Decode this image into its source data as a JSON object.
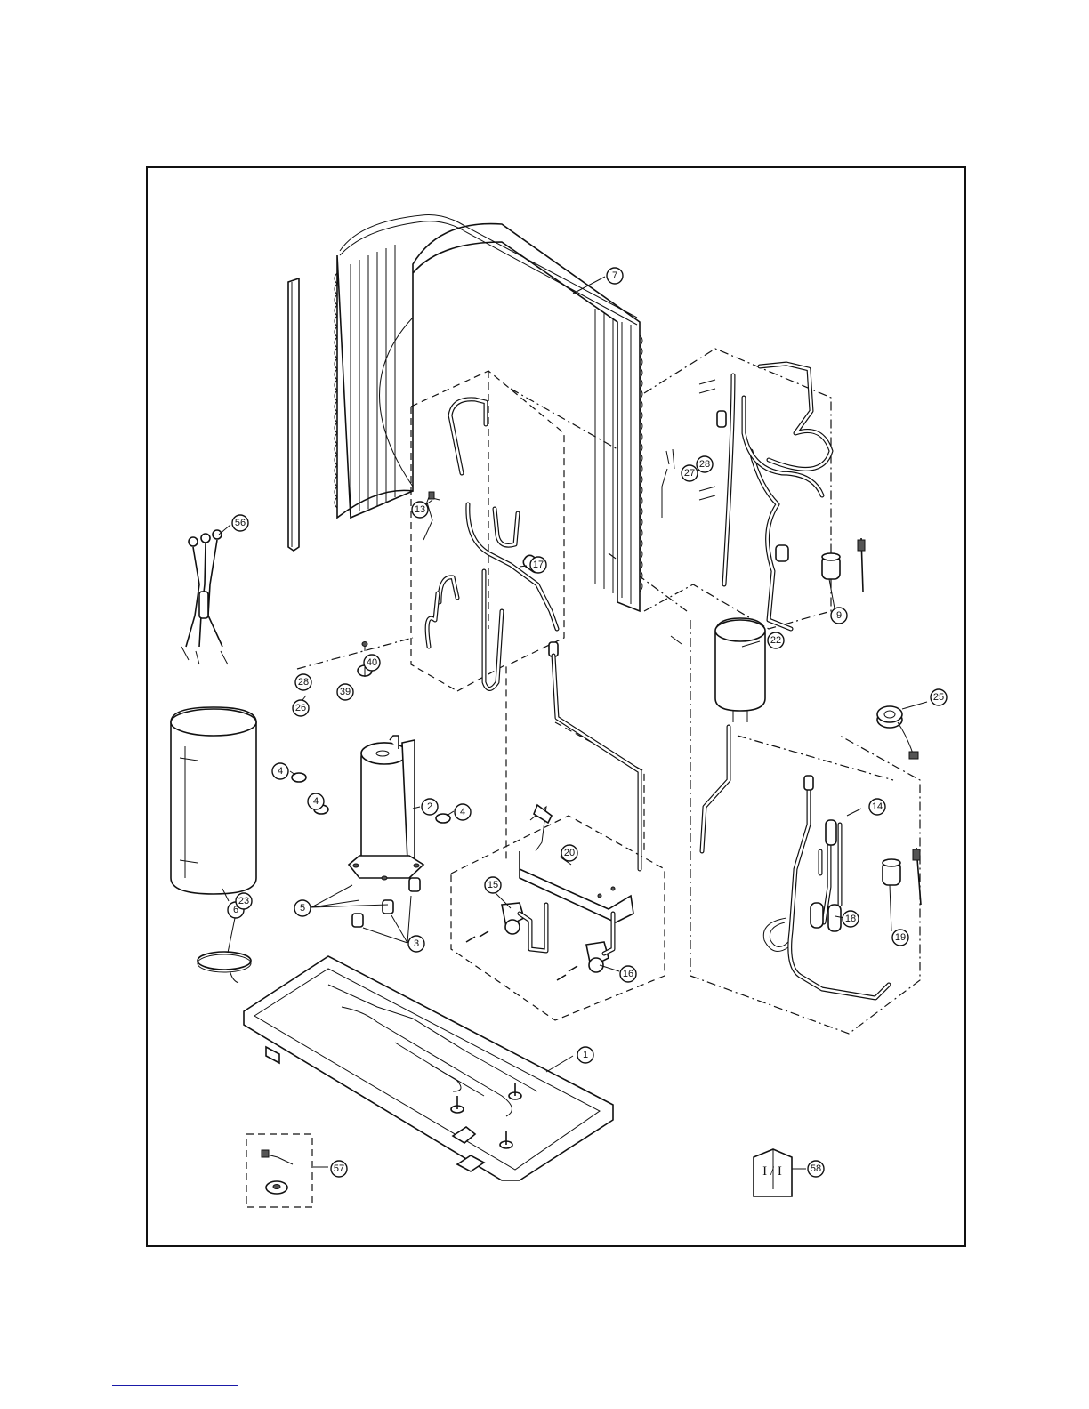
{
  "diagram": {
    "callouts": [
      {
        "id": "p1",
        "label": "1"
      },
      {
        "id": "p2",
        "label": "2"
      },
      {
        "id": "p3",
        "label": "3"
      },
      {
        "id": "p4a",
        "label": "4"
      },
      {
        "id": "p4b",
        "label": "4"
      },
      {
        "id": "p4c",
        "label": "4"
      },
      {
        "id": "p5",
        "label": "5"
      },
      {
        "id": "p6",
        "label": "6"
      },
      {
        "id": "p7",
        "label": "7"
      },
      {
        "id": "p9",
        "label": "9"
      },
      {
        "id": "p13",
        "label": "13"
      },
      {
        "id": "p14",
        "label": "14"
      },
      {
        "id": "p15",
        "label": "15"
      },
      {
        "id": "p16",
        "label": "16"
      },
      {
        "id": "p17",
        "label": "17"
      },
      {
        "id": "p18",
        "label": "18"
      },
      {
        "id": "p19",
        "label": "19"
      },
      {
        "id": "p20",
        "label": "20"
      },
      {
        "id": "p22",
        "label": "22"
      },
      {
        "id": "p23",
        "label": "23"
      },
      {
        "id": "p25",
        "label": "25"
      },
      {
        "id": "p26",
        "label": "26"
      },
      {
        "id": "p27",
        "label": "27"
      },
      {
        "id": "p28a",
        "label": "28"
      },
      {
        "id": "p28b",
        "label": "28"
      },
      {
        "id": "p39",
        "label": "39"
      },
      {
        "id": "p40",
        "label": "40"
      },
      {
        "id": "p56",
        "label": "56"
      },
      {
        "id": "p57",
        "label": "57"
      },
      {
        "id": "p58",
        "label": "58"
      }
    ],
    "manual_label": "I / I"
  }
}
